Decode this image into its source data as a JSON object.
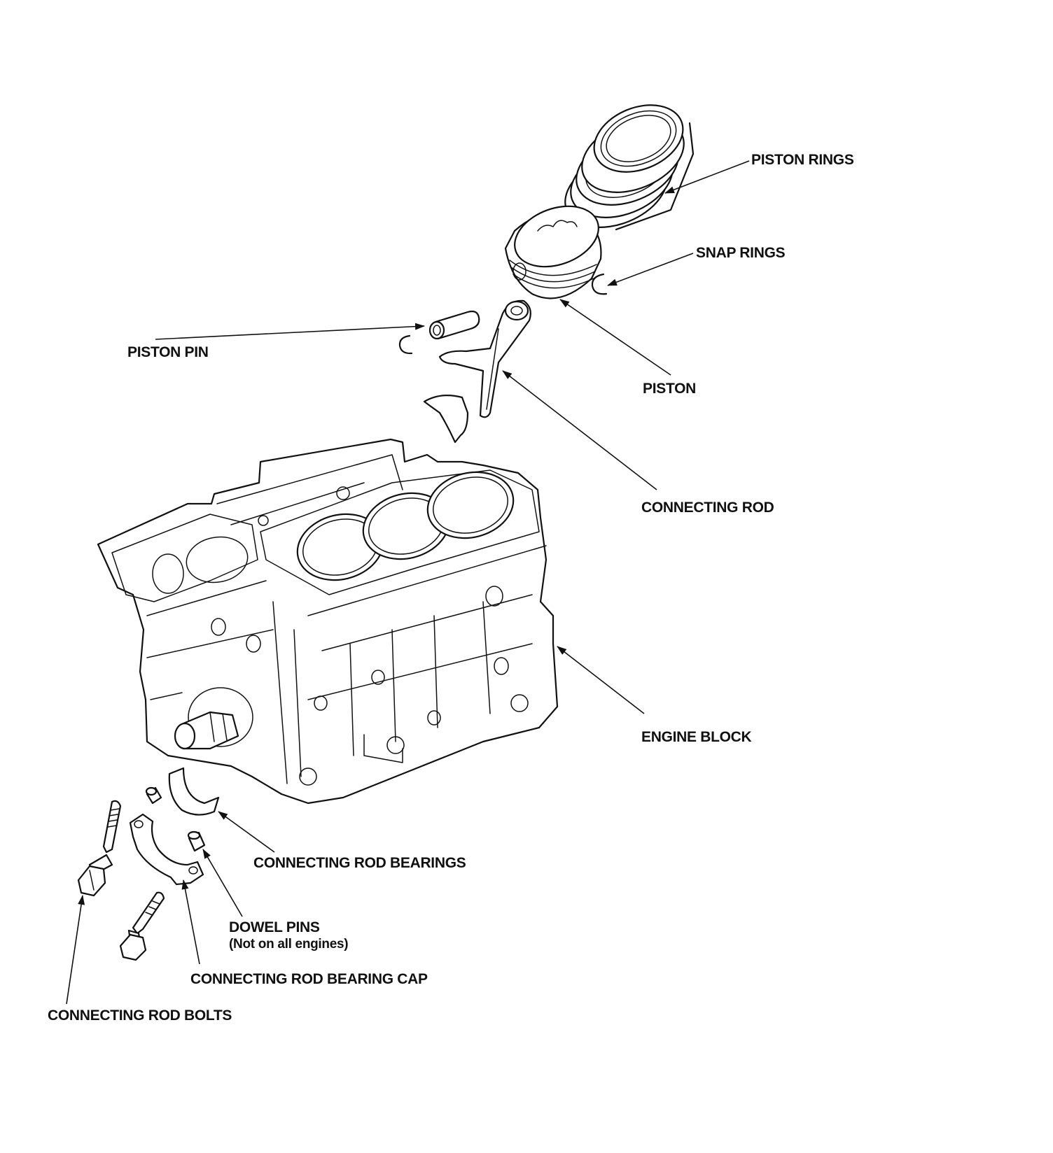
{
  "labels": {
    "piston_rings": "PISTON RINGS",
    "snap_rings": "SNAP RINGS",
    "piston_pin": "PISTON PIN",
    "piston": "PISTON",
    "connecting_rod": "CONNECTING ROD",
    "engine_block": "ENGINE BLOCK",
    "connecting_rod_bearings": "CONNECTING ROD BEARINGS",
    "dowel_pins": "DOWEL PINS",
    "dowel_pins_note": "(Not on all engines)",
    "connecting_rod_bearing_cap": "CONNECTING ROD BEARING CAP",
    "connecting_rod_bolts": "CONNECTING ROD BOLTS"
  },
  "colors": {
    "line": "#111111",
    "background": "#ffffff"
  }
}
